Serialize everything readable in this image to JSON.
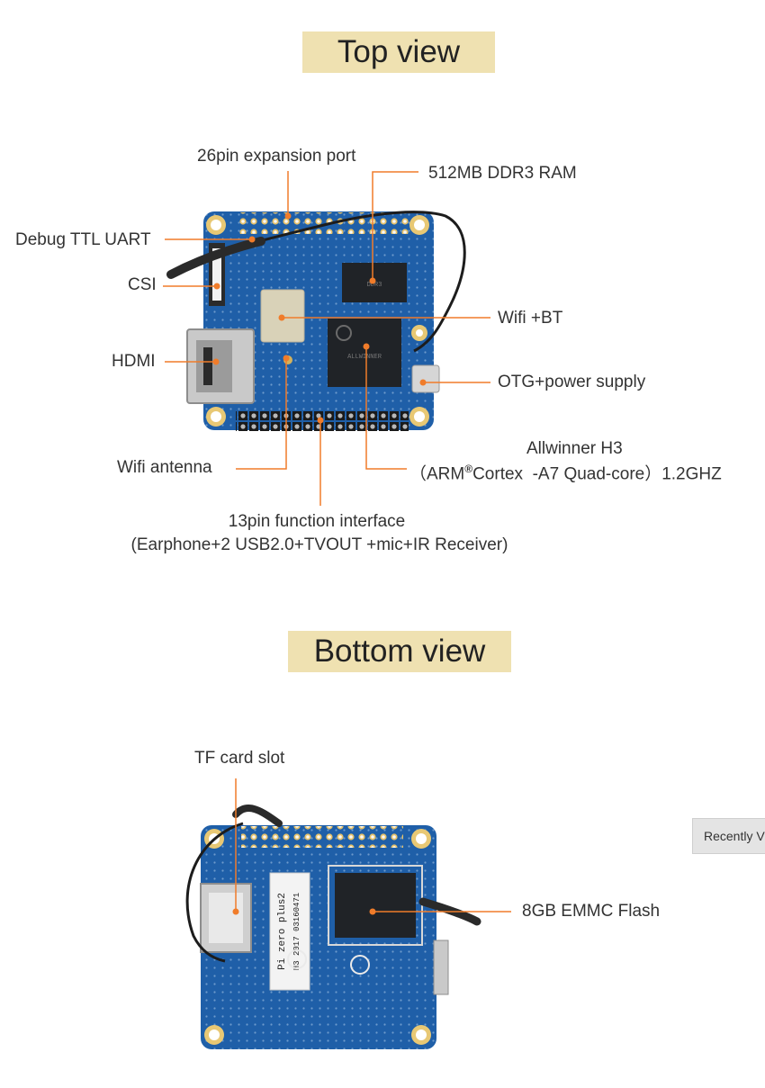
{
  "sections": {
    "top_title": "Top view",
    "bottom_title": "Bottom view"
  },
  "top_labels": {
    "expansion_port": "26pin expansion port",
    "ram": "512MB DDR3 RAM",
    "debug_uart": "Debug TTL UART",
    "csi": "CSI",
    "wifi_bt": "Wifi +BT",
    "hdmi": "HDMI",
    "otg": "OTG+power supply",
    "wifi_antenna": "Wifi antenna",
    "soc_name": "Allwinner H3",
    "soc_detail_prefix": "（ARM",
    "soc_detail_mark": "®",
    "soc_detail_suffix": "Cortex  -A7 Quad-core）1.2GHZ",
    "function_interface": "13pin function interface",
    "function_detail": "(Earphone+2 USB2.0+TVOUT +mic+IR Receiver)"
  },
  "bottom_labels": {
    "tf_slot": "TF card slot",
    "emmc": "8GB EMMC Flash"
  },
  "board_text": {
    "sticker_model": "Pi zero plus2",
    "sticker_serial": "H3 2017 03160471"
  },
  "recently_viewed": "Recently Viewed",
  "colors": {
    "title_bg": "#efe1b1",
    "leader": "#f07c2a",
    "pcb": "#1f5fa8",
    "chip": "#202327"
  }
}
